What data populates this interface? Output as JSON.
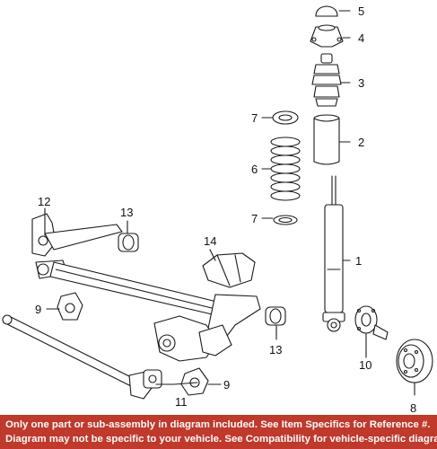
{
  "callouts": [
    {
      "id": "c5",
      "label": "5"
    },
    {
      "id": "c4",
      "label": "4"
    },
    {
      "id": "c3",
      "label": "3"
    },
    {
      "id": "c2",
      "label": "2"
    },
    {
      "id": "c7a",
      "label": "7"
    },
    {
      "id": "c6",
      "label": "6"
    },
    {
      "id": "c7b",
      "label": "7"
    },
    {
      "id": "c1",
      "label": "1"
    },
    {
      "id": "c12",
      "label": "12"
    },
    {
      "id": "c13a",
      "label": "13"
    },
    {
      "id": "c14",
      "label": "14"
    },
    {
      "id": "c9a",
      "label": "9"
    },
    {
      "id": "c13b",
      "label": "13"
    },
    {
      "id": "c10",
      "label": "10"
    },
    {
      "id": "c11",
      "label": "11"
    },
    {
      "id": "c9b",
      "label": "9"
    },
    {
      "id": "c8",
      "label": "8"
    }
  ],
  "footer": {
    "line1": "Only one part or sub-assembly in diagram included. See Item Specifics for Reference #.",
    "line2": "Diagram may not be specific to your vehicle. See Compatibility for vehicle-specific diagrams."
  },
  "colors": {
    "footer_background": "#c0392b",
    "footer_text": "#ffffff",
    "line_art": "#1a1a1a"
  }
}
